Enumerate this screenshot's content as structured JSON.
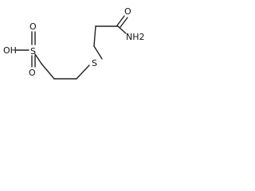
{
  "molecule": {
    "atoms": {
      "oh_label": "OH",
      "s_top_label": "S",
      "o_top_label": "O",
      "o_bottom_label": "O",
      "s_chain_label": "S",
      "o_carbonyl_label": "O",
      "nh2_label": "NH2"
    }
  }
}
